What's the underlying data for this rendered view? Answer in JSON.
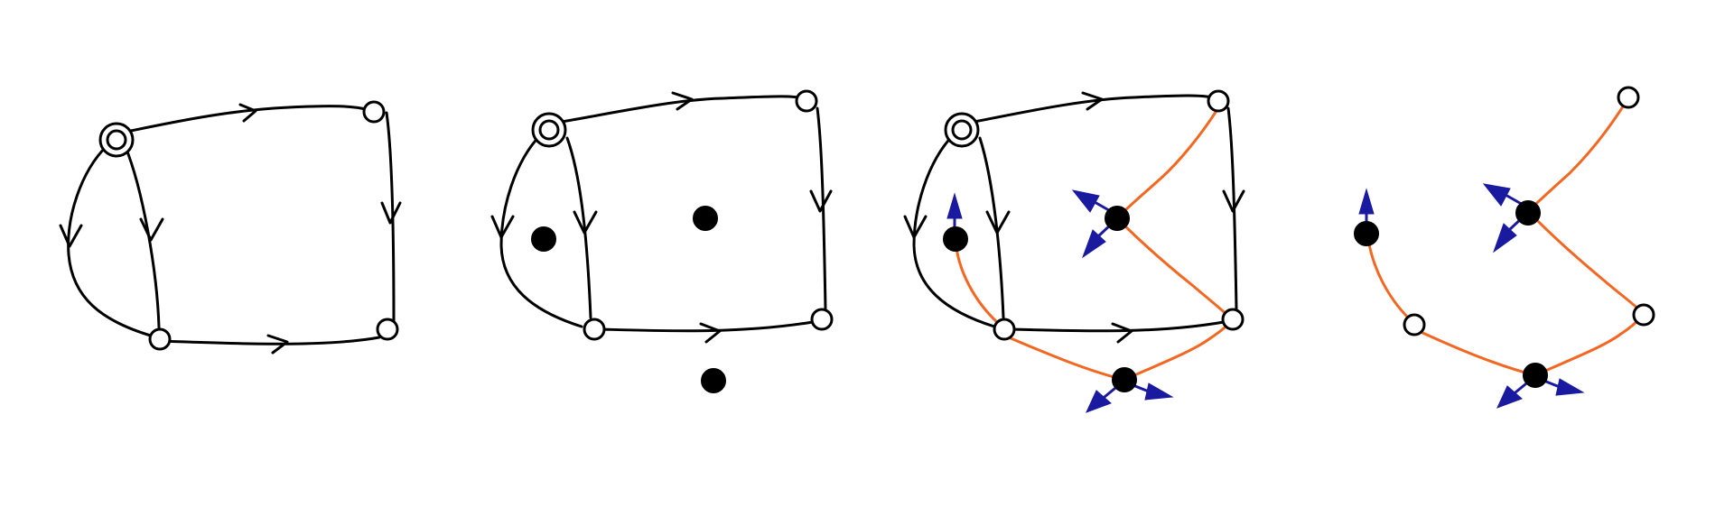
{
  "figure": {
    "panel_count": 4,
    "colors": {
      "directed_edge": "#000000",
      "dual_edge": "#f26722",
      "direction_arrow": "#1a1aa0",
      "open_vertex_fill": "#ffffff",
      "filled_vertex_fill": "#000000",
      "background": "#ffffff"
    },
    "panels": [
      {
        "id": "panel-1",
        "elements": [
          "root-vertex",
          "open-vertices",
          "directed-edges"
        ]
      },
      {
        "id": "panel-2",
        "elements": [
          "root-vertex",
          "open-vertices",
          "directed-edges",
          "face-vertices"
        ]
      },
      {
        "id": "panel-3",
        "elements": [
          "root-vertex",
          "open-vertices",
          "directed-edges",
          "face-vertices",
          "dual-edges",
          "direction-arrows"
        ]
      },
      {
        "id": "panel-4",
        "elements": [
          "open-vertices",
          "face-vertices",
          "dual-edges",
          "direction-arrows"
        ]
      }
    ]
  }
}
